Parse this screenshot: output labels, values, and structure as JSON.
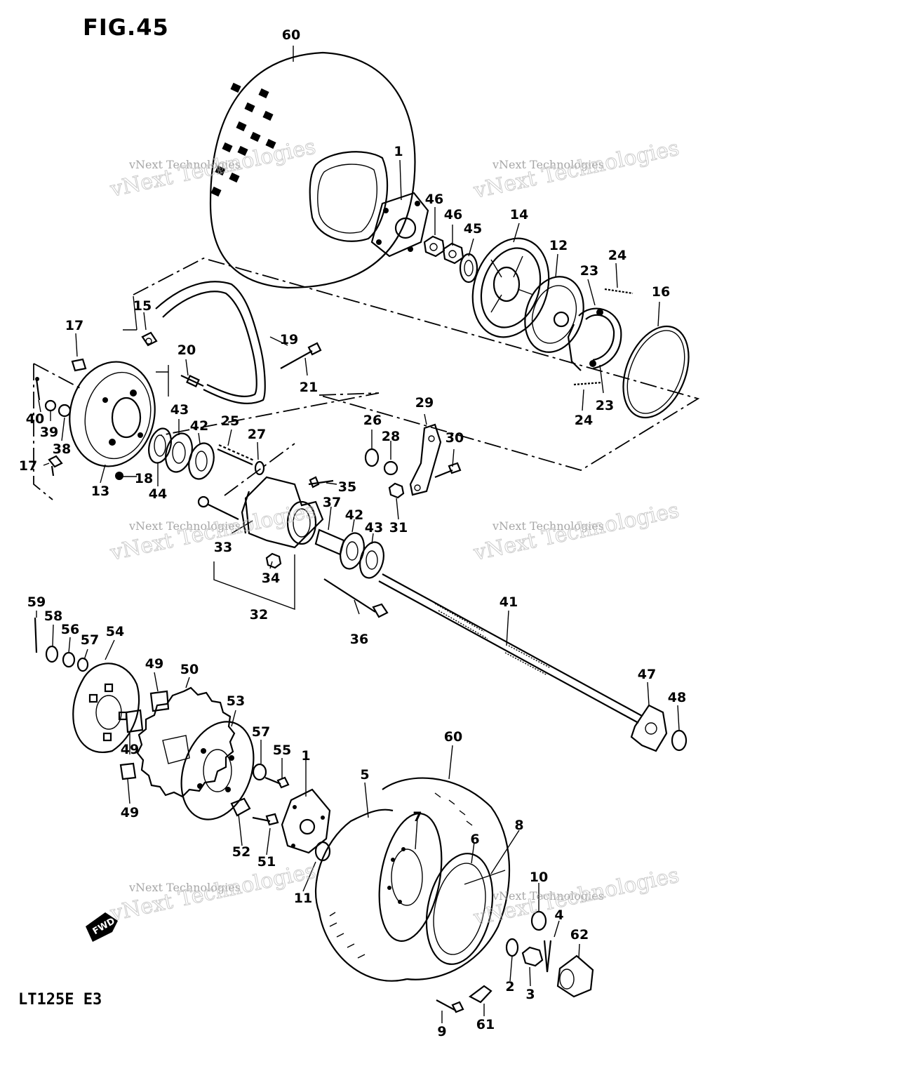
{
  "figure": {
    "title": "FIG.45",
    "model_code": "LT125E E3",
    "fwd_label": "FWD"
  },
  "watermark": {
    "line1": "vNext Technologies",
    "line2": "vNext Technologies"
  },
  "callouts": [
    {
      "id": "c60a",
      "label": "60"
    },
    {
      "id": "c1a",
      "label": "1"
    },
    {
      "id": "c46a",
      "label": "46"
    },
    {
      "id": "c46b",
      "label": "46"
    },
    {
      "id": "c45",
      "label": "45"
    },
    {
      "id": "c14",
      "label": "14"
    },
    {
      "id": "c12",
      "label": "12"
    },
    {
      "id": "c24a",
      "label": "24"
    },
    {
      "id": "c23a",
      "label": "23"
    },
    {
      "id": "c16",
      "label": "16"
    },
    {
      "id": "c23b",
      "label": "23"
    },
    {
      "id": "c24b",
      "label": "24"
    },
    {
      "id": "c15",
      "label": "15"
    },
    {
      "id": "c17a",
      "label": "17"
    },
    {
      "id": "c19",
      "label": "19"
    },
    {
      "id": "c20",
      "label": "20"
    },
    {
      "id": "c21",
      "label": "21"
    },
    {
      "id": "c40",
      "label": "40"
    },
    {
      "id": "c39",
      "label": "39"
    },
    {
      "id": "c38",
      "label": "38"
    },
    {
      "id": "c17b",
      "label": "17"
    },
    {
      "id": "c13",
      "label": "13"
    },
    {
      "id": "c18",
      "label": "18"
    },
    {
      "id": "c43a",
      "label": "43"
    },
    {
      "id": "c42a",
      "label": "42"
    },
    {
      "id": "c44",
      "label": "44"
    },
    {
      "id": "c25",
      "label": "25"
    },
    {
      "id": "c27",
      "label": "27"
    },
    {
      "id": "c26",
      "label": "26"
    },
    {
      "id": "c28",
      "label": "28"
    },
    {
      "id": "c29",
      "label": "29"
    },
    {
      "id": "c30",
      "label": "30"
    },
    {
      "id": "c35",
      "label": "35"
    },
    {
      "id": "c31",
      "label": "31"
    },
    {
      "id": "c37",
      "label": "37"
    },
    {
      "id": "c42b",
      "label": "42"
    },
    {
      "id": "c43b",
      "label": "43"
    },
    {
      "id": "c33",
      "label": "33"
    },
    {
      "id": "c34",
      "label": "34"
    },
    {
      "id": "c32",
      "label": "32"
    },
    {
      "id": "c36",
      "label": "36"
    },
    {
      "id": "c41",
      "label": "41"
    },
    {
      "id": "c59",
      "label": "59"
    },
    {
      "id": "c58",
      "label": "58"
    },
    {
      "id": "c56",
      "label": "56"
    },
    {
      "id": "c57a",
      "label": "57"
    },
    {
      "id": "c54",
      "label": "54"
    },
    {
      "id": "c49a",
      "label": "49"
    },
    {
      "id": "c50",
      "label": "50"
    },
    {
      "id": "c53",
      "label": "53"
    },
    {
      "id": "c49b",
      "label": "49"
    },
    {
      "id": "c49c",
      "label": "49"
    },
    {
      "id": "c47",
      "label": "47"
    },
    {
      "id": "c48",
      "label": "48"
    },
    {
      "id": "c60b",
      "label": "60"
    },
    {
      "id": "c57b",
      "label": "57"
    },
    {
      "id": "c55",
      "label": "55"
    },
    {
      "id": "c1b",
      "label": "1"
    },
    {
      "id": "c5",
      "label": "5"
    },
    {
      "id": "c7",
      "label": "7"
    },
    {
      "id": "c8",
      "label": "8"
    },
    {
      "id": "c6",
      "label": "6"
    },
    {
      "id": "c52",
      "label": "52"
    },
    {
      "id": "c51",
      "label": "51"
    },
    {
      "id": "c11",
      "label": "11"
    },
    {
      "id": "c10",
      "label": "10"
    },
    {
      "id": "c4",
      "label": "4"
    },
    {
      "id": "c62",
      "label": "62"
    },
    {
      "id": "c2",
      "label": "2"
    },
    {
      "id": "c3",
      "label": "3"
    },
    {
      "id": "c9",
      "label": "9"
    },
    {
      "id": "c61",
      "label": "61"
    }
  ]
}
